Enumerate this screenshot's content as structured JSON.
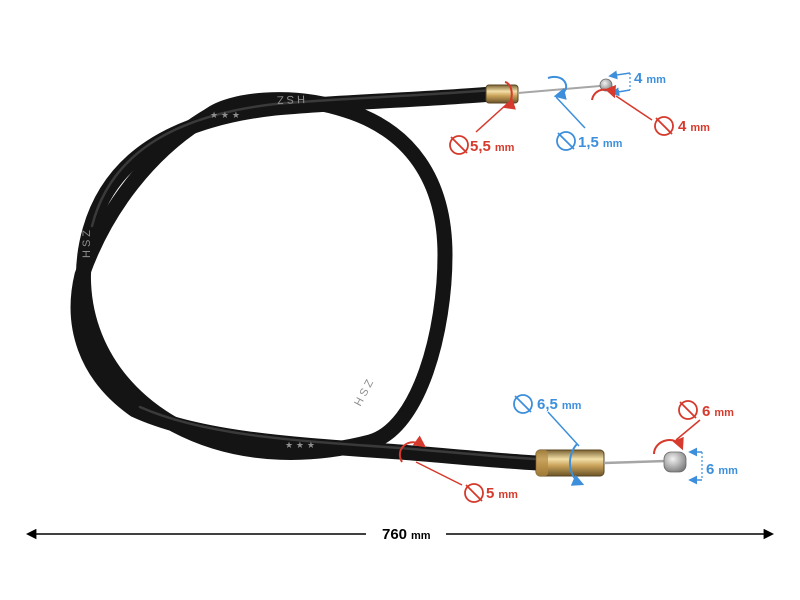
{
  "colors": {
    "red": "#d63a2c",
    "blue": "#3d8fdc",
    "cable": "#141414",
    "metal": "#c9a25a",
    "wire": "#a6a6a6"
  },
  "print_text": "HSZ",
  "total_length": {
    "value": "760",
    "unit": "mm"
  },
  "top_end": {
    "housing_ferrule": {
      "value": "5,5",
      "unit": "mm"
    },
    "inner_wire": {
      "value": "1,5",
      "unit": "mm"
    },
    "nipple_length": {
      "value": "4",
      "unit": "mm"
    },
    "nipple_diameter": {
      "value": "4",
      "unit": "mm"
    }
  },
  "bottom_end": {
    "housing": {
      "value": "5",
      "unit": "mm"
    },
    "ferrule": {
      "value": "6,5",
      "unit": "mm"
    },
    "nipple_diameter": {
      "value": "6",
      "unit": "mm"
    },
    "nipple_length": {
      "value": "6",
      "unit": "mm"
    }
  }
}
